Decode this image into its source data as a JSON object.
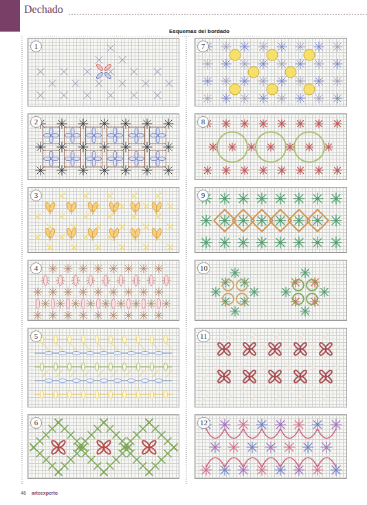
{
  "diagram": {
    "title": "Dechado",
    "nodes": [
      {
        "text": [
          "1"
        ]
      },
      {
        "text": [
          "2"
        ]
      },
      {
        "text": [
          "3"
        ]
      },
      {
        "text": [
          "4"
        ]
      },
      {
        "text": [
          "5"
        ]
      },
      {
        "text": [
          "6"
        ]
      },
      {
        "text": [
          "7"
        ]
      },
      {
        "text": [
          "8"
        ]
      },
      {
        "text": [
          "9"
        ]
      },
      {
        "text": [
          "10"
        ]
      },
      {
        "text": [
          "11"
        ]
      },
      {
        "text": [
          "12"
        ]
      }
    ],
    "labels": [
      "Esquemas del bordado",
      "46",
      "arteexperto"
    ]
  }
}
